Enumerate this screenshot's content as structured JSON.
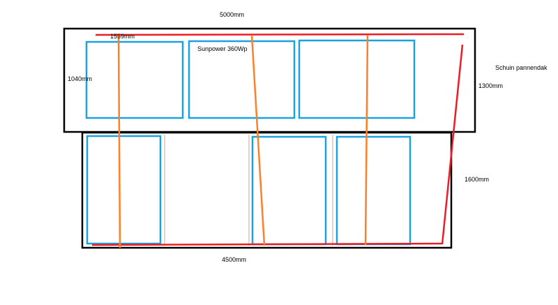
{
  "labels": {
    "width_top": "5000mm",
    "panel_width": "1559mm",
    "panel_model": "Sunpower 360Wp",
    "panel_height": "1040mm",
    "roof_type": "Schuin pannendak",
    "slope_height": "1300mm",
    "lower_height": "1600mm",
    "width_bottom": "4500mm"
  },
  "colors": {
    "outline": "#000000",
    "panel": "#1ba1e2",
    "rail": "#ff7f27",
    "boundary": "#ed1c24",
    "divider": "#c8a79a"
  }
}
